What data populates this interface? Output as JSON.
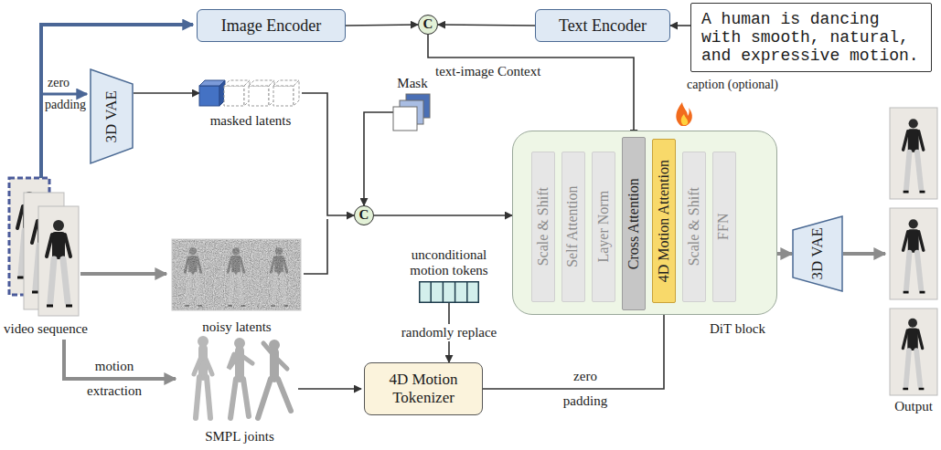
{
  "diagram": {
    "nodes": [
      {
        "text": [
          "Image Encoder"
        ]
      },
      {
        "text": [
          "C"
        ]
      },
      {
        "text": [
          "Text Encoder"
        ]
      },
      {
        "text": [
          "A human is dancing with smooth, natural, and expressive motion.",
          "caption (optional)"
        ]
      },
      {
        "text": [
          "3D VAE"
        ]
      },
      {
        "text": [
          "masked latents"
        ]
      },
      {
        "text": [
          "Mask"
        ]
      },
      {
        "text": [
          "C"
        ]
      },
      {
        "text": [
          "unconditional motion tokens"
        ]
      },
      {
        "text": [
          "4D Motion Tokenizer"
        ]
      },
      {
        "text": [
          "DiT block"
        ]
      },
      {
        "text": [
          "Scale & Shift"
        ],
        "in": 10
      },
      {
        "text": [
          "Self Attention"
        ],
        "in": 10
      },
      {
        "text": [
          "Layer Norm"
        ],
        "in": 10
      },
      {
        "text": [
          "Cross Attention"
        ],
        "in": 10
      },
      {
        "text": [
          "4D Motion Attention"
        ],
        "in": 10
      },
      {
        "text": [
          "Scale & Shift"
        ],
        "in": 10
      },
      {
        "text": [
          "FFN"
        ],
        "in": 10
      },
      {
        "text": [
          "3D VAE"
        ]
      }
    ],
    "edges": [
      {
        "from": 0,
        "to": 1,
        "arrow": "to"
      },
      {
        "from": 2,
        "to": 1,
        "arrow": "to"
      },
      {
        "from": 3,
        "to": 2,
        "arrow": "to"
      },
      {
        "from": 1,
        "to": 14,
        "label": "text-image Context",
        "arrow": "to"
      },
      {
        "from": 4,
        "to": 5,
        "arrow": "to"
      },
      {
        "from": 5,
        "to": 7,
        "arrow": "to"
      },
      {
        "from": 6,
        "to": 7,
        "arrow": "to"
      },
      {
        "from": 7,
        "to": 10,
        "arrow": "to"
      },
      {
        "from": 8,
        "to": 9,
        "label": "randomly replace",
        "arrow": "to"
      },
      {
        "from": 9,
        "to": 15,
        "arrow": "to"
      },
      {
        "from": 10,
        "to": 18,
        "arrow": "to"
      }
    ],
    "labels": [
      "zero",
      "padding",
      "noisy latents",
      "video sequence",
      "motion",
      "extraction",
      "SMPL joints",
      "zero",
      "padding",
      "Output"
    ]
  }
}
